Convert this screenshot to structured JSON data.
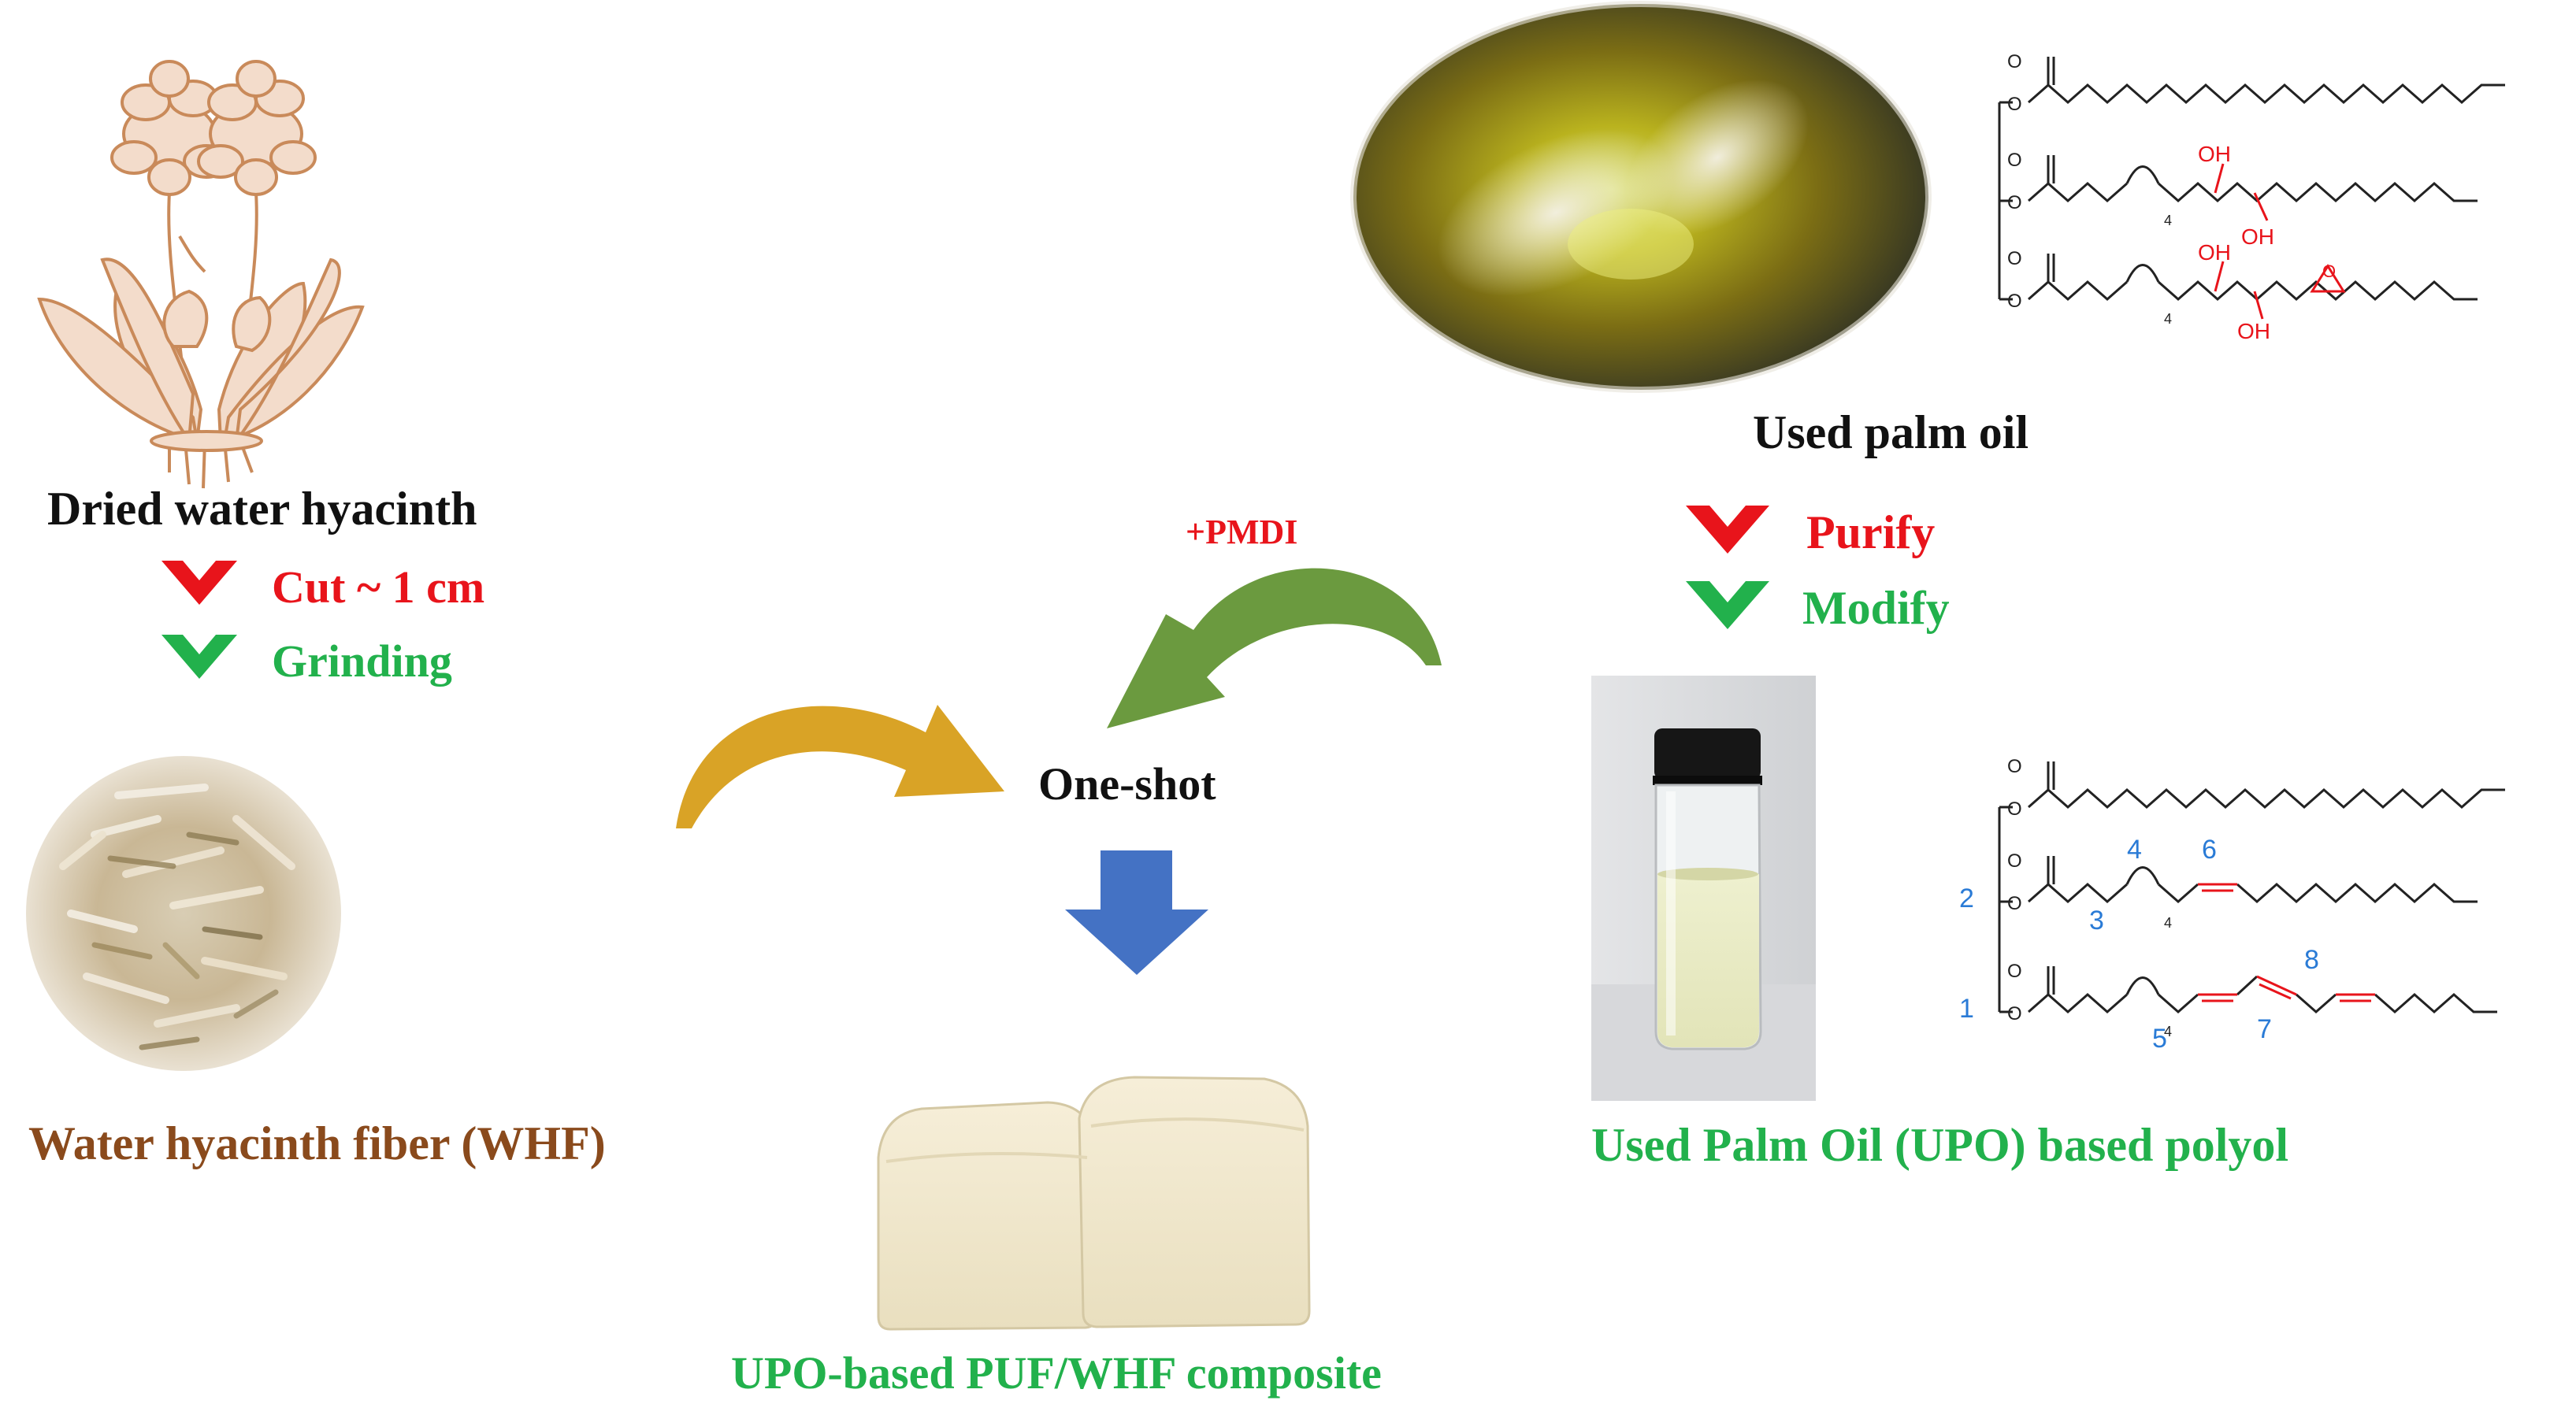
{
  "left_column": {
    "plant_label": "Dried water hyacinth",
    "step1": "Cut ~ 1 cm",
    "step2": "Grinding",
    "fiber_label": "Water hyacinth fiber (WHF)"
  },
  "center": {
    "reagent": "+PMDI",
    "process": "One-shot",
    "product_label": "UPO-based PUF/WHF composite"
  },
  "right_column": {
    "oil_label": "Used palm oil",
    "step1": "Purify",
    "step2": "Modify",
    "polyol_label": "Used Palm Oil (UPO) based polyol",
    "oil_structure": {
      "oh_labels": [
        "OH",
        "OH",
        "OH",
        "OH"
      ],
      "subscript": "4"
    },
    "polyol_structure": {
      "position_numbers": [
        "1",
        "2",
        "3",
        "4",
        "5",
        "6",
        "7",
        "8"
      ],
      "subscript": "4"
    }
  },
  "colors": {
    "red": "#e8141b",
    "green": "#22b14c",
    "brown": "#8a4a1c",
    "orange_arrow": "#d9a326",
    "green_arrow": "#6b9a3f",
    "blue_arrow": "#4472c4",
    "number_blue": "#2a7bd6"
  },
  "icons": [
    "water-hyacinth-drawing",
    "fiber-photo",
    "oil-photo",
    "polyol-vial-photo",
    "foam-photo",
    "chevron-down-icon"
  ]
}
